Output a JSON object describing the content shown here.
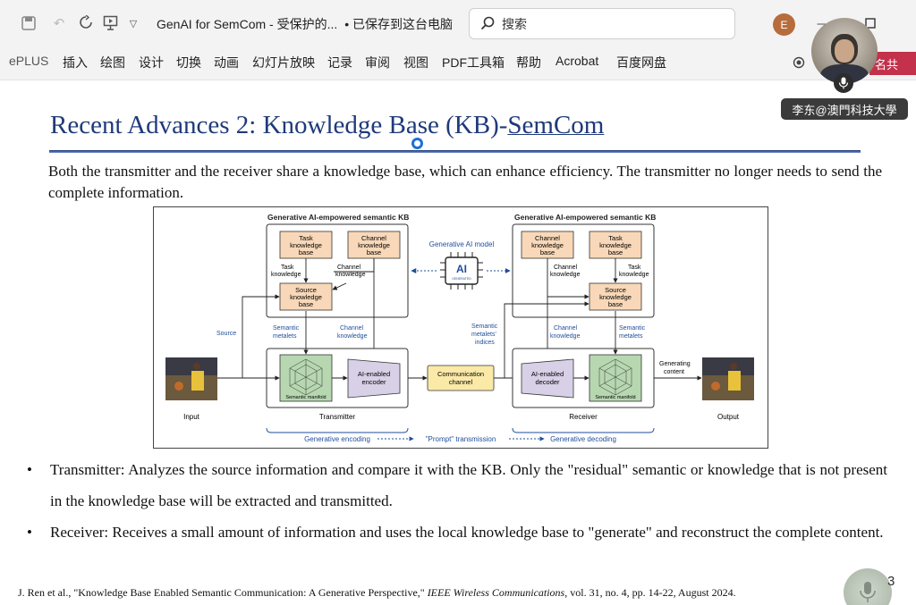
{
  "titlebar": {
    "doc_title": "GenAI for SemCom - 受保护的...",
    "saved_status": "• 已保存到这台电脑",
    "search_placeholder": "搜索",
    "avatar_letter": "E"
  },
  "ribbon": {
    "tabs": [
      "ePLUS",
      "插入",
      "绘图",
      "设计",
      "切换",
      "动画",
      "幻灯片放映",
      "记录",
      "审阅",
      "视图",
      "PDF工具箱",
      "帮助",
      "Acrobat",
      "百度网盘"
    ],
    "share_label": "名共"
  },
  "video": {
    "name_tag": "李东@澳門科技大學"
  },
  "slide": {
    "title_prefix": "Recent Advances 2: Knowledge Base (KB)-",
    "title_link": "SemCom",
    "intro": "Both the transmitter and the receiver share a knowledge base, which can enhance efficiency. The transmitter no longer needs to send the complete information.",
    "bullets": [
      "Transmitter: Analyzes the source information and compare it with the KB. Only the \"residual\" semantic or knowledge that is not present in the knowledge base will be extracted and transmitted.",
      "Receiver: Receives a small amount of information and uses the local knowledge base to \"generate\" and reconstruct the complete content."
    ],
    "footnote_plain": "J. Ren et al., \"Knowledge Base Enabled Semantic Communication: A Generative Perspective,\" ",
    "footnote_journal": "IEEE Wireless Communications",
    "footnote_tail": ", vol. 31, no. 4, pp. 14-22, August 2024.",
    "slide_number": "3"
  },
  "figure": {
    "kb_left_title": "Generative AI-empowered semantic KB",
    "kb_right_title": "Generative AI-empowered semantic KB",
    "task_kb": "Task knowledge base",
    "channel_kb": "Channel knowledge base",
    "source_kb": "Source knowledge base",
    "task_knowledge": "Task knowledge",
    "channel_knowledge": "Channel knowledge",
    "semantic_metalets": "Semantic metalets",
    "semantic_metalets_indices": "Semantic metalets' indices",
    "gen_ai_model": "Generative AI model",
    "ai_label": "AI",
    "ai_sub": "GENERATED",
    "source_label": "Source",
    "semantic_manifold": "Semantic manifold",
    "encoder": "AI-enabled encoder",
    "decoder": "AI-enabled decoder",
    "comm_channel": "Communication channel",
    "generating_content": "Generating content",
    "input": "Input",
    "output": "Output",
    "transmitter": "Transmitter",
    "receiver": "Receiver",
    "gen_encoding": "Generative encoding",
    "prompt_transmission": "\"Prompt\" transmission",
    "gen_decoding": "Generative decoding",
    "colors": {
      "kb_box": "#f8d8b8",
      "manifold_box": "#b7d7b0",
      "coder_box": "#d7d0e6",
      "channel_box": "#fbe9a8",
      "accent_text": "#1f4e9a"
    }
  }
}
